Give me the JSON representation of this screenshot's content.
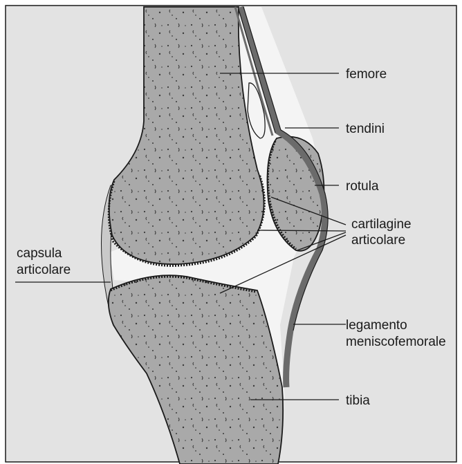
{
  "labels": {
    "femore": "femore",
    "tendini": "tendini",
    "rotula": "rotula",
    "cartilagine_1": "cartilagine",
    "cartilagine_2": "articolare",
    "capsula_1": "capsula",
    "capsula_2": "articolare",
    "legamento_1": "legamento",
    "legamento_2": "meniscofemorale",
    "tibia": "tibia"
  },
  "colors": {
    "background": "#e3e3e3",
    "bone": "#a9a9a9",
    "space": "#f4f4f4",
    "tendon": "#6b6b6b",
    "ink": "#1a1a1a"
  }
}
